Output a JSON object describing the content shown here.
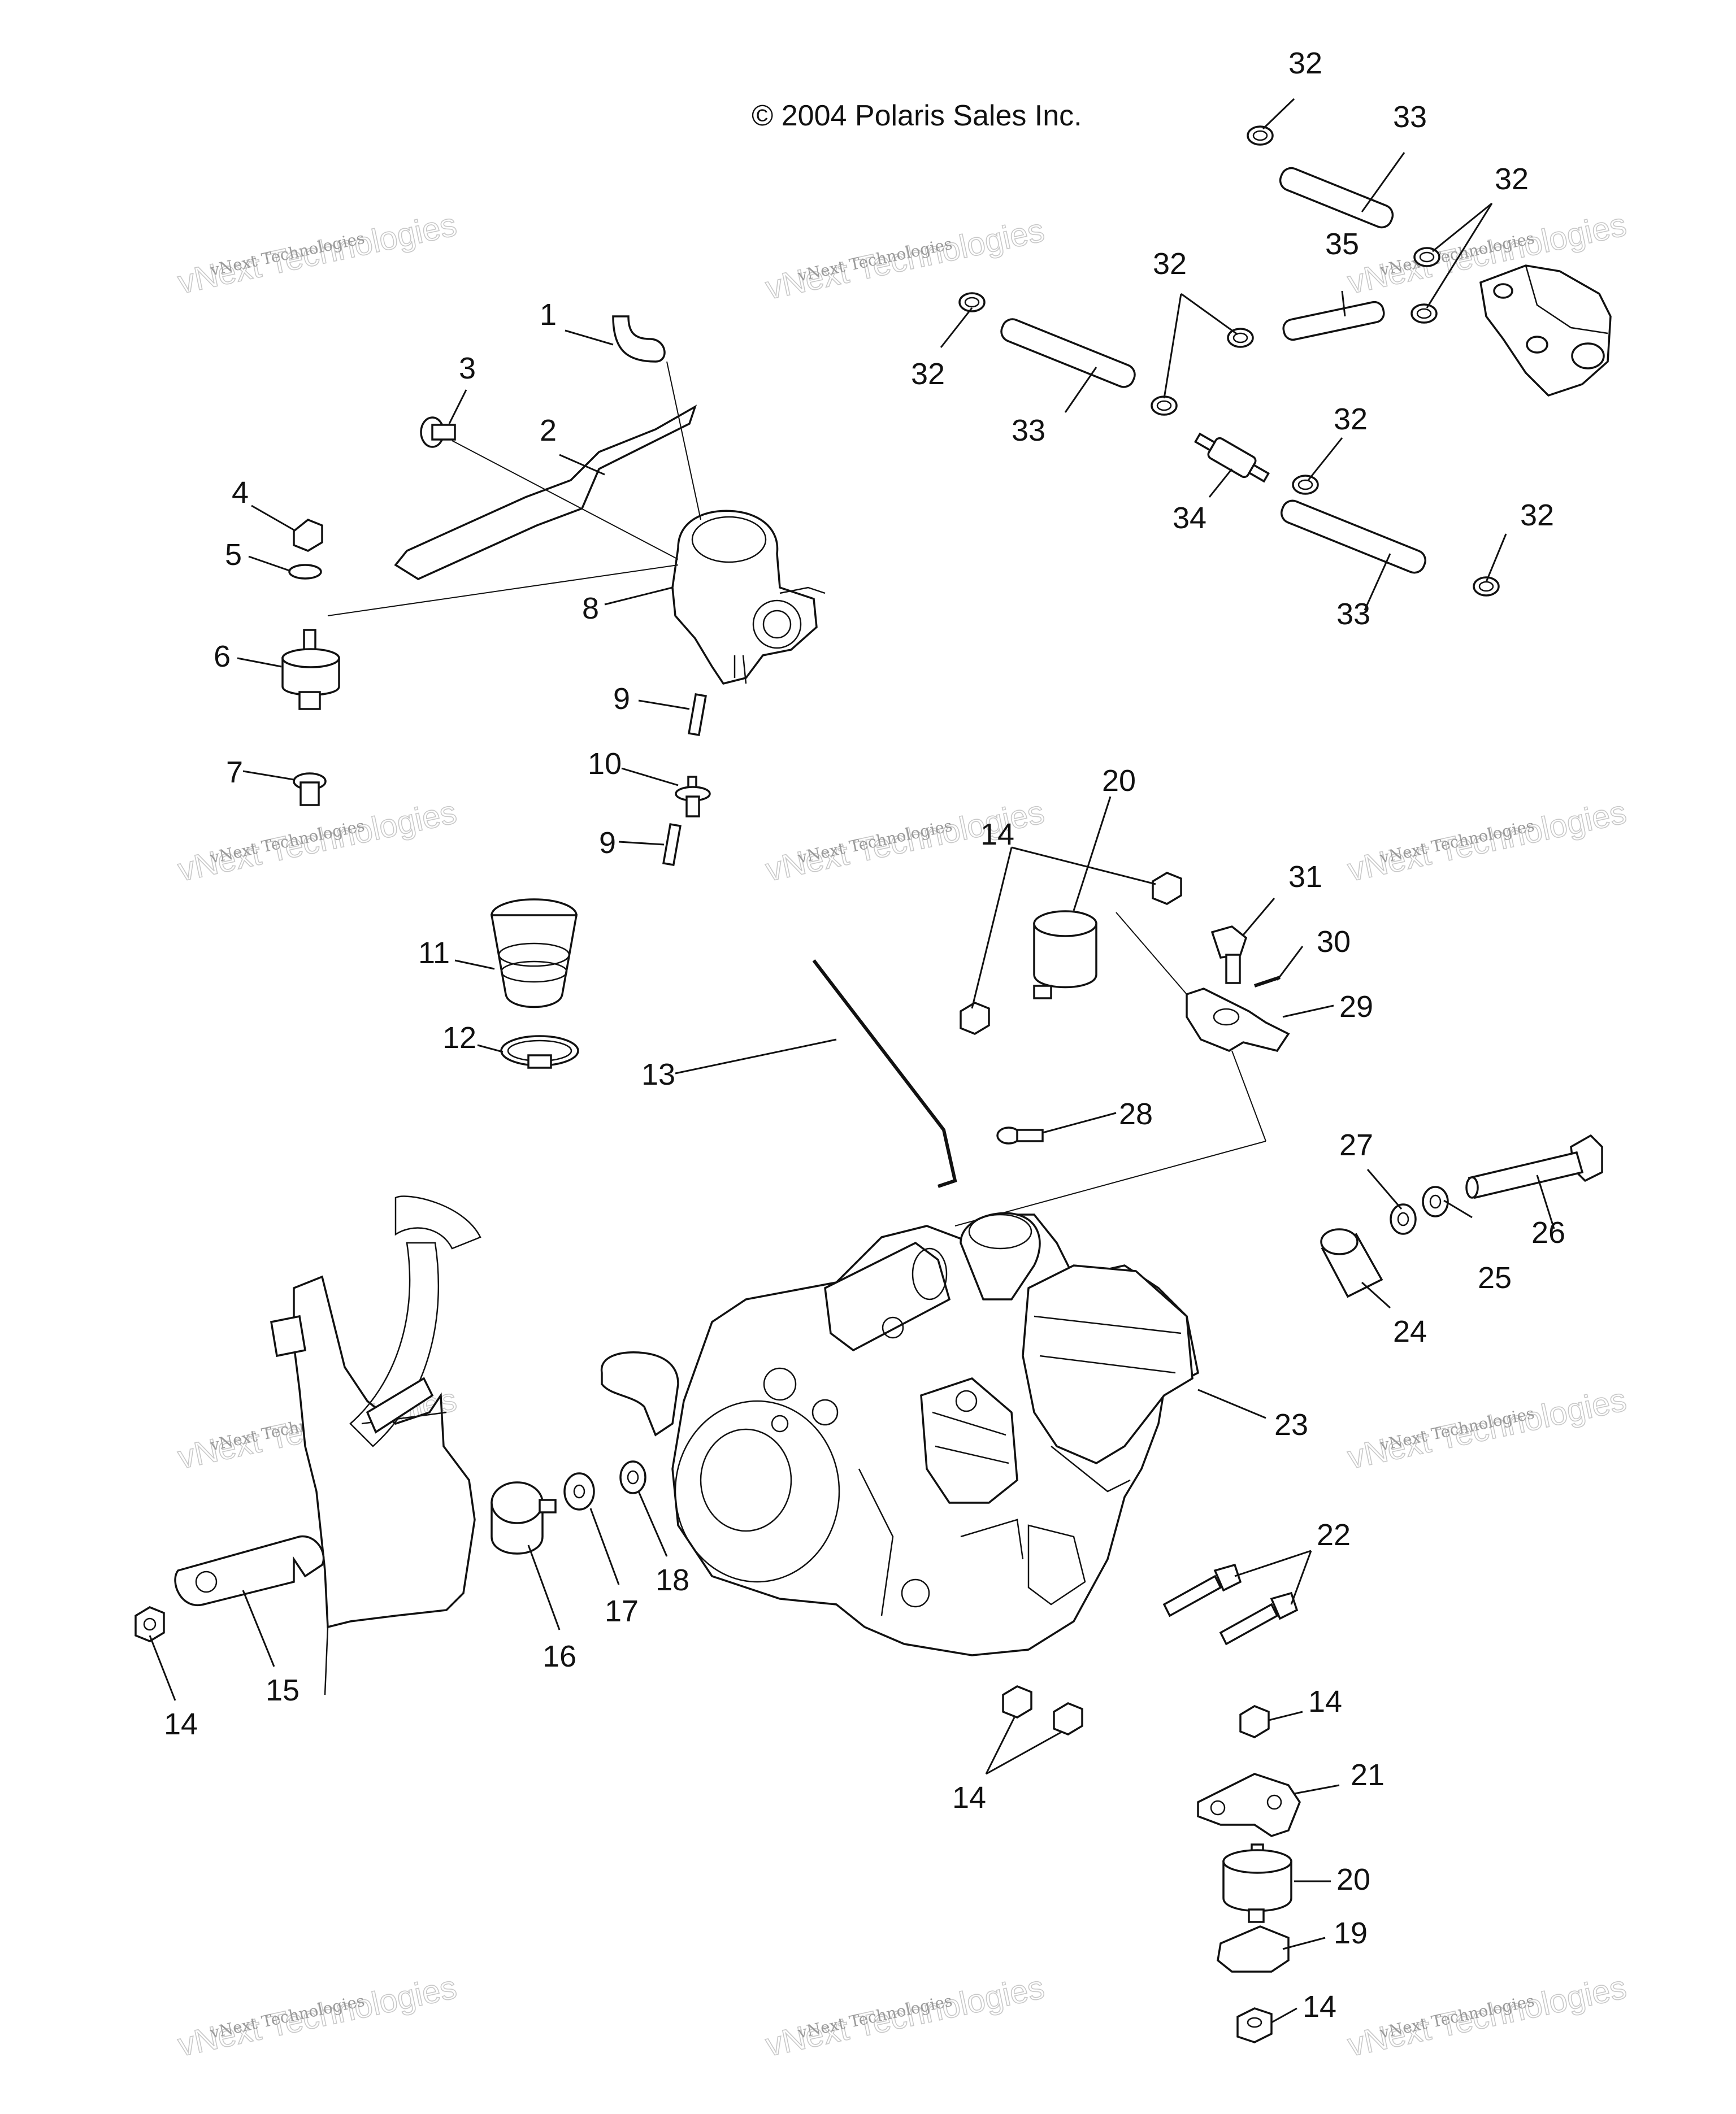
{
  "copyright": "© 2004 Polaris Sales Inc.",
  "watermark": {
    "small": "vNext Technologies",
    "large": "vNext Technologies"
  },
  "callouts": {
    "c1": "1",
    "c2": "2",
    "c3": "3",
    "c4": "4",
    "c5": "5",
    "c6": "6",
    "c7": "7",
    "c8": "8",
    "c9a": "9",
    "c9b": "9",
    "c10": "10",
    "c11": "11",
    "c12": "12",
    "c13": "13",
    "c14a": "14",
    "c14b": "14",
    "c14c": "14",
    "c14d": "14",
    "c14e": "14",
    "c15": "15",
    "c16": "16",
    "c17": "17",
    "c18": "18",
    "c19": "19",
    "c20a": "20",
    "c20b": "20",
    "c21": "21",
    "c22": "22",
    "c23": "23",
    "c24": "24",
    "c25": "25",
    "c26": "26",
    "c27": "27",
    "c28": "28",
    "c29": "29",
    "c30": "30",
    "c31": "31",
    "c32a": "32",
    "c32b": "32",
    "c32c": "32",
    "c32d": "32",
    "c32e": "32",
    "c32f": "32",
    "c33a": "33",
    "c33b": "33",
    "c33c": "33",
    "c34": "34",
    "c35": "35"
  }
}
